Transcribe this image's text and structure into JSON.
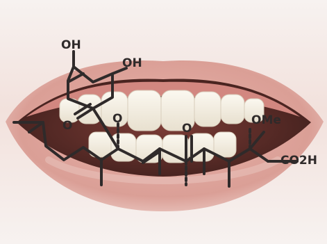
{
  "molecule": {
    "labels": {
      "oh_top": "OH",
      "oh_right": "OH",
      "o_lactone_carbonyl": "O",
      "o_ring": "O",
      "o_ketone": "O",
      "ome": "OMe",
      "acid": "CO2H"
    }
  },
  "colors": {
    "skin": "#ebc7be",
    "lips": "#cf8880",
    "teeth": "#f4eee2",
    "gum": "#d98c86",
    "mouth_dark": "#5c2f2b",
    "bond": "#2f2a2a"
  }
}
